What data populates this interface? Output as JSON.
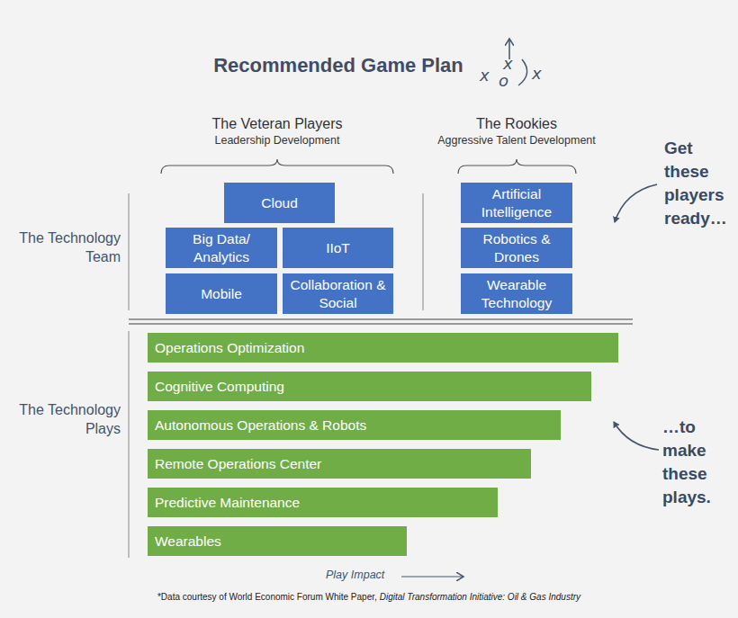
{
  "diagram": {
    "title": "Recommended Game Plan",
    "nodes": [
      {
        "text": [
          "Cloud"
        ]
      },
      {
        "text": [
          "Big Data/ Analytics"
        ]
      },
      {
        "text": [
          "IIoT"
        ]
      },
      {
        "text": [
          "Mobile"
        ]
      },
      {
        "text": [
          "Collaboration & Social"
        ]
      },
      {
        "text": [
          "Artificial Intelligence"
        ]
      },
      {
        "text": [
          "Robotics & Drones"
        ]
      },
      {
        "text": [
          "Wearable Technology"
        ]
      },
      {
        "text": [
          "Operations Optimization"
        ]
      },
      {
        "text": [
          "Cognitive Computing"
        ]
      },
      {
        "text": [
          "Autonomous Operations & Robots"
        ]
      },
      {
        "text": [
          "Remote Operations Center"
        ]
      },
      {
        "text": [
          "Predictive Maintenance"
        ]
      },
      {
        "text": [
          "Wearables"
        ]
      }
    ],
    "labels": [
      "x",
      "x",
      "o",
      "x",
      "The Veteran Players",
      "Leadership Development",
      "The Rookies",
      "Aggressive Talent Development",
      "Get these players ready…",
      "The Technology Team",
      "The Technology Plays",
      "…to make these plays.",
      "Play Impact",
      "*Data courtesy of World Economic Forum White Paper,",
      "Digital Transformation Initiative: Oil & Gas Industry"
    ]
  }
}
